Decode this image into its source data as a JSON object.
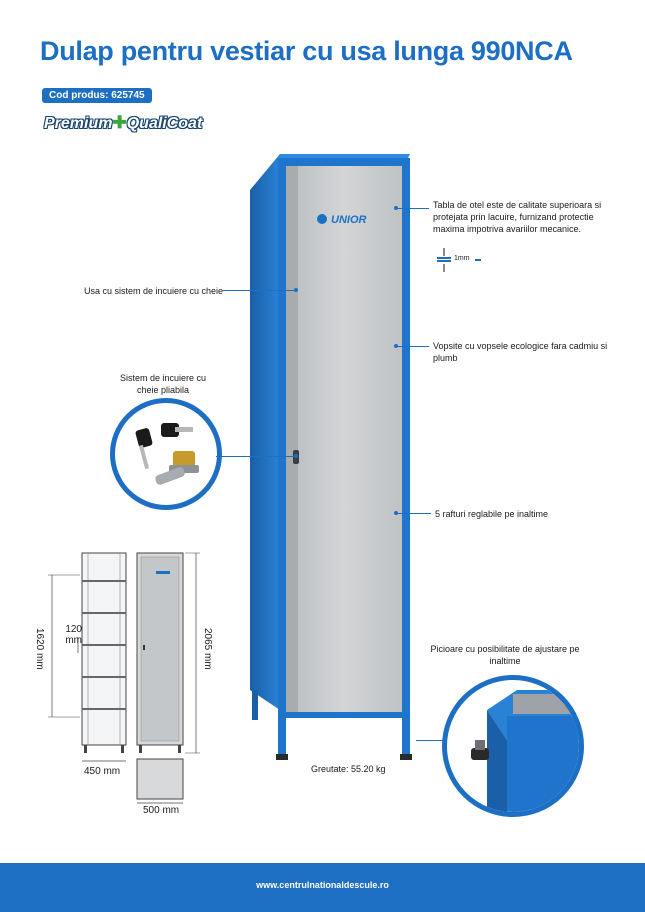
{
  "title": "Dulap pentru vestiar cu usa lunga 990NCA",
  "product_code": "Cod produs: 625745",
  "brand": {
    "left": "Premium",
    "right": "QualiCoat"
  },
  "logo_text": "UNIOR",
  "callouts": {
    "steel": "Tabla de otel este de calitate superioara si protejata prin lacuire, furnizand protectie maxima impotriva avariilor mecanice.",
    "thickness": "1mm",
    "door_lock": "Usa cu sistem de incuiere cu cheie",
    "paint": "Vopsite cu vopsele ecologice fara cadmiu si plumb",
    "lock_system": "Sistem de incuiere cu cheie pliabila",
    "shelves": "5 rafturi reglabile pe inaltime",
    "feet": "Picioare cu posibilitate de ajustare pe inaltime",
    "weight": "Greutate: 55.20 kg"
  },
  "dimensions": {
    "inner_height": "1620 mm",
    "shelf_gap": "120 mm",
    "total_height": "2065 mm",
    "width": "450 mm",
    "depth": "500 mm"
  },
  "footer": "www.centrulnationaldescule.ro",
  "colors": {
    "brand_blue": "#1d6fc4",
    "door_grey": "#c9cbcd",
    "footer_blue": "#1d6fc4"
  }
}
